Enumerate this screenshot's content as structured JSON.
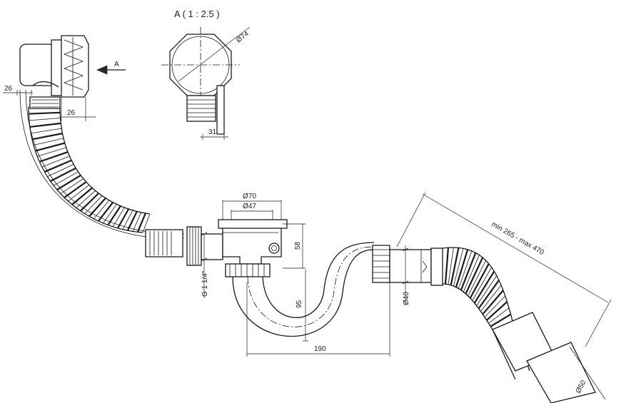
{
  "detail": {
    "title": "A ( 1 : 2.5 )",
    "dia_cap": "Ø74",
    "dim_width": "31"
  },
  "view_arrow_label": "A",
  "overflow": {
    "dim_left": "26",
    "dim_bottom": "26"
  },
  "outlet_body": {
    "dia_outer": "Ø70",
    "dia_inner": "Ø47",
    "height": "58",
    "thread": "G 1 1/4\""
  },
  "trap": {
    "depth": "95",
    "length": "190",
    "dia_pipe": "Ø40"
  },
  "flex_hose": {
    "length_range": "min 265 - max 470",
    "dia_end": "Ø50"
  }
}
